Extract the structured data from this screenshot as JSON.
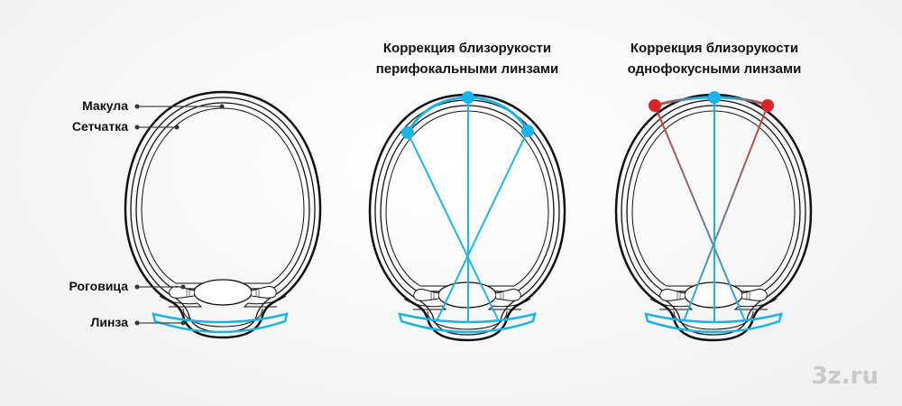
{
  "labels": {
    "macula": "Макула",
    "retina": "Сетчатка",
    "cornea": "Роговица",
    "lens": "Линза"
  },
  "panels": [
    {
      "title_line1": "",
      "title_line2": ""
    },
    {
      "title_line1": "Коррекция близорукости",
      "title_line2": "перифокальными линзами"
    },
    {
      "title_line1": "Коррекция близорукости",
      "title_line2": "однофокусными линзами"
    }
  ],
  "watermark": "3z.ru",
  "colors": {
    "outline": "#111111",
    "lens_blue": "#1ab3e6",
    "ray_blue": "#19b5ea",
    "focus_red": "#e0202a",
    "background": "#f5f5f5"
  }
}
